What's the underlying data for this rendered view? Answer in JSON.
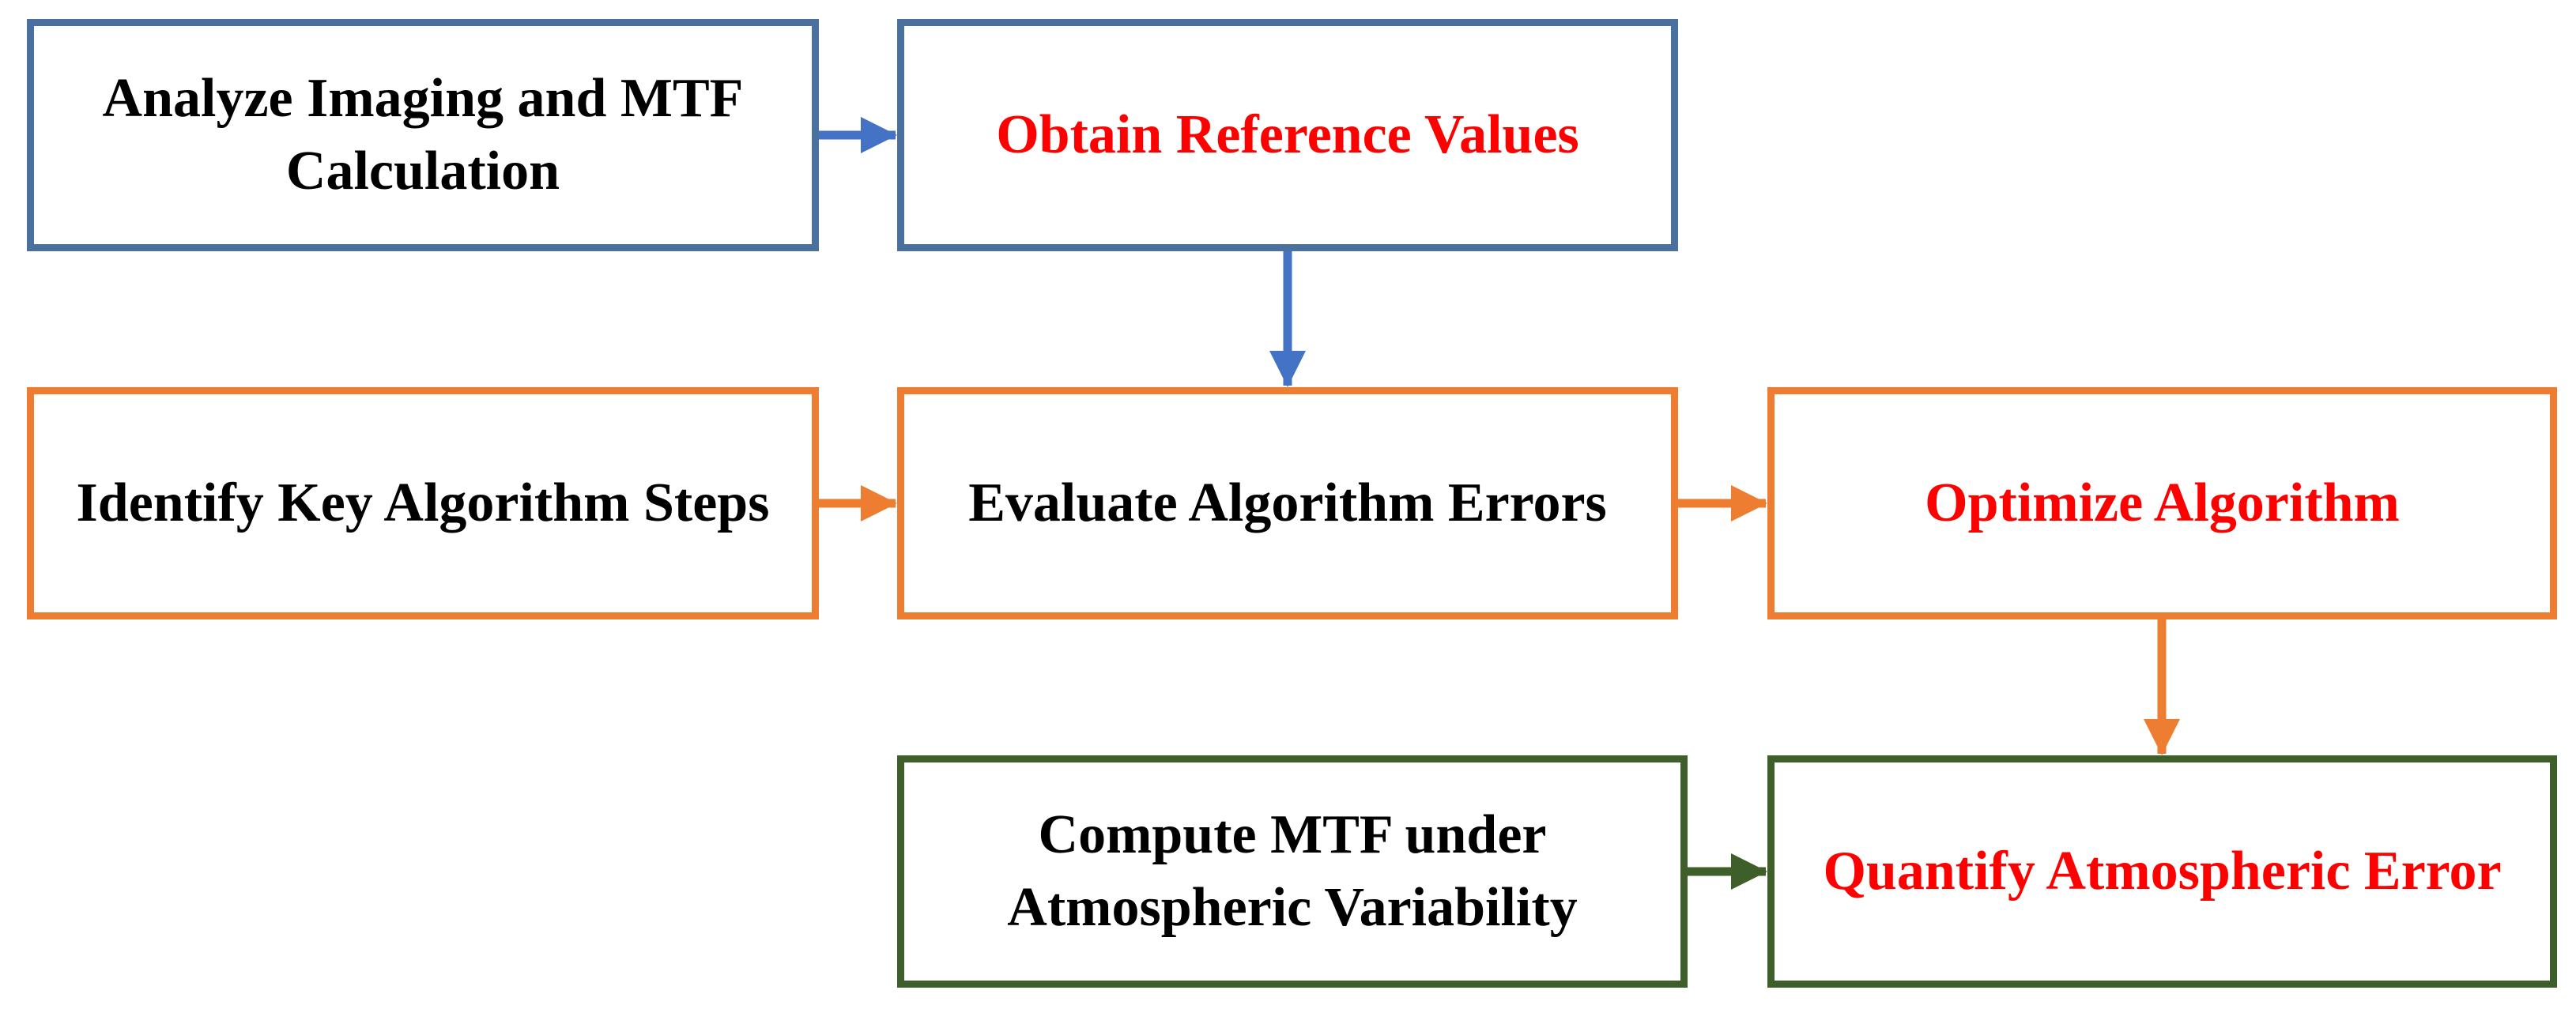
{
  "boxes": {
    "analyze": {
      "text": "Analyze Imaging and MTF Calculation",
      "color": "#000000"
    },
    "obtain": {
      "text": "Obtain Reference Values",
      "color": "#ff0000"
    },
    "identify": {
      "text": "Identify Key Algorithm Steps",
      "color": "#000000"
    },
    "evaluate": {
      "text": "Evaluate Algorithm Errors",
      "color": "#000000"
    },
    "optimize": {
      "text": "Optimize Algorithm",
      "color": "#ff0000"
    },
    "compute": {
      "text": "Compute MTF under Atmospheric Variability",
      "color": "#000000"
    },
    "quantify": {
      "text": "Quantify Atmospheric Error",
      "color": "#ff0000"
    }
  },
  "colors": {
    "blue_border": "#4a70a0",
    "blue_arrow": "#4472c4",
    "orange": "#ed7d31",
    "green": "#3f5f2a",
    "highlight_text": "#ff0000"
  }
}
